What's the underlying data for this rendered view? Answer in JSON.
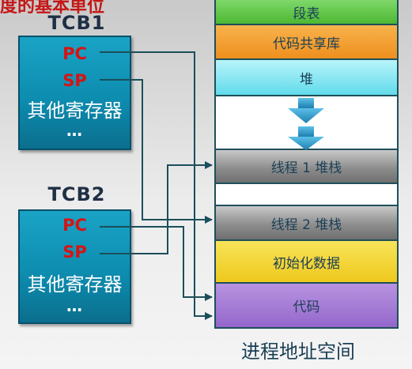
{
  "title_fragment": "度的基本单位",
  "tcbs": [
    {
      "name": "TCB1",
      "pc": "PC",
      "sp": "SP",
      "others": "其他寄存器",
      "ellipsis": "…"
    },
    {
      "name": "TCB2",
      "pc": "PC",
      "sp": "SP",
      "others": "其他寄存器",
      "ellipsis": "…"
    }
  ],
  "address_space": {
    "label": "进程地址空间",
    "segments": [
      {
        "label": "段表",
        "color": "#5cc43f"
      },
      {
        "label": "代码共享库",
        "color": "#f5a030"
      },
      {
        "label": "堆",
        "color": "#7fe8f5"
      },
      {
        "label": "",
        "color": "#ffffff"
      },
      {
        "label": "线程 1 堆栈",
        "color": "#9a9a9a"
      },
      {
        "label": "",
        "color": "#ffffff"
      },
      {
        "label": "线程 2 堆栈",
        "color": "#9a9a9a"
      },
      {
        "label": "初始化数据",
        "color": "#f5dc3a"
      },
      {
        "label": "代码",
        "color": "#a87fd8"
      }
    ]
  },
  "colors": {
    "arrow": "#1b4f5a",
    "tcb_fill": "#0d8db0",
    "register_text": "#d61313",
    "grow_arrow": "#2a95c8"
  }
}
